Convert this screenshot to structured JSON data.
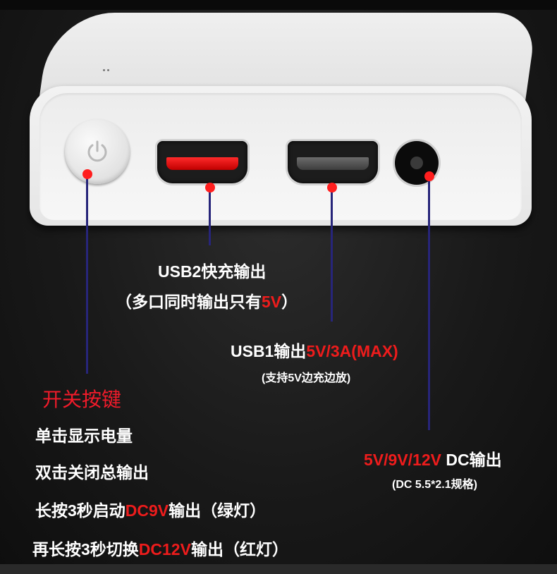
{
  "colors": {
    "background": "#1a1a1a",
    "text": "#ffffff",
    "highlight": "#ee1c1c",
    "pointer_line": "#27257a",
    "pointer_dot": "#ff1e1e"
  },
  "icons": {
    "power": "power-icon",
    "usb2": "usb-port-icon",
    "usb1": "usb-port-icon",
    "dc": "dc-jack-icon"
  },
  "usb2": {
    "title": "USB2快充输出",
    "note_open": "（多口同时输出只有",
    "note_value": "5V",
    "note_close": "）"
  },
  "usb1": {
    "title": "USB1输出",
    "title_value": "5V/3A(MAX)",
    "note": "(支持5V边充边放)"
  },
  "power_button": {
    "title": "开关按键",
    "lines": [
      {
        "text": "单击显示电量"
      },
      {
        "text": "双击关闭总输出"
      },
      {
        "prefix": "长按3秒启动",
        "value": "DC9V",
        "suffix": "输出（绿灯）"
      },
      {
        "prefix": "再长按3秒切换",
        "value": "DC12V",
        "suffix": "输出（红灯）"
      }
    ]
  },
  "dc": {
    "title_value": "5V/9V/12V",
    "title": " DC输出",
    "note": "(DC 5.5*2.1规格)"
  }
}
